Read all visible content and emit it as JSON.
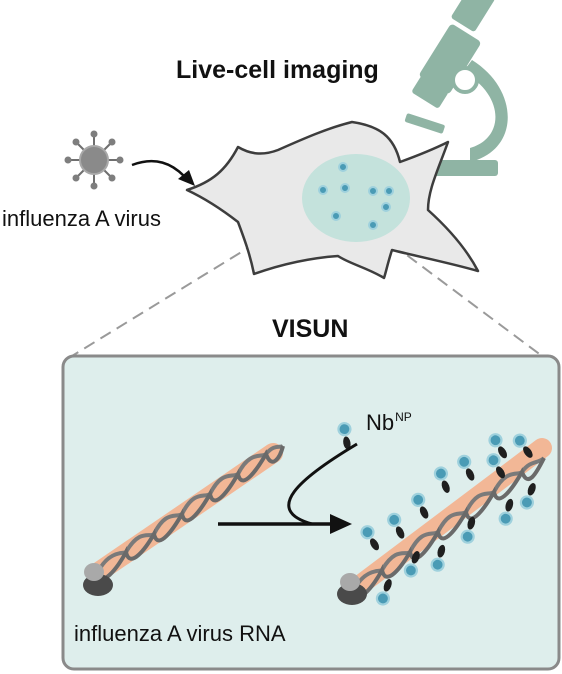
{
  "title": "Live-cell imaging",
  "virus_label": "influenza A virus",
  "method_label": "VISUN",
  "rna_label": "influenza A virus RNA",
  "nanobody": {
    "base": "Nb",
    "superscript": "NP"
  },
  "icons": [
    "virus-icon",
    "microscope-icon",
    "cell-icon",
    "arrow-icon",
    "rna-helix-icon",
    "nanobody-icon"
  ],
  "colors": {
    "microscope": "#8fb4a4",
    "cell_fill": "#e9e9e9",
    "nucleus": "#c4e2dc",
    "panel_fill": "#deeeec",
    "rna_strand": "#7a7a7a",
    "rna_core": "#f2b796",
    "probe_teal": "#4a9bb5",
    "nanobody_dark": "#1f1f1f",
    "virus_gray": "#8a8a8a"
  }
}
